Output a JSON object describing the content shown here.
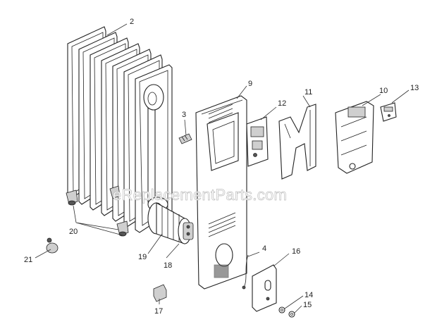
{
  "diagram": {
    "watermark": "eReplacementParts.com",
    "callouts": [
      {
        "id": "c2",
        "label": "2"
      },
      {
        "id": "c3",
        "label": "3"
      },
      {
        "id": "c4",
        "label": "4"
      },
      {
        "id": "c9",
        "label": "9"
      },
      {
        "id": "c10",
        "label": "10"
      },
      {
        "id": "c11",
        "label": "11"
      },
      {
        "id": "c12",
        "label": "12"
      },
      {
        "id": "c13",
        "label": "13"
      },
      {
        "id": "c14",
        "label": "14"
      },
      {
        "id": "c15",
        "label": "15"
      },
      {
        "id": "c16",
        "label": "16"
      },
      {
        "id": "c17",
        "label": "17"
      },
      {
        "id": "c18",
        "label": "18"
      },
      {
        "id": "c19",
        "label": "19"
      },
      {
        "id": "c20",
        "label": "20"
      },
      {
        "id": "c21",
        "label": "21"
      }
    ]
  }
}
